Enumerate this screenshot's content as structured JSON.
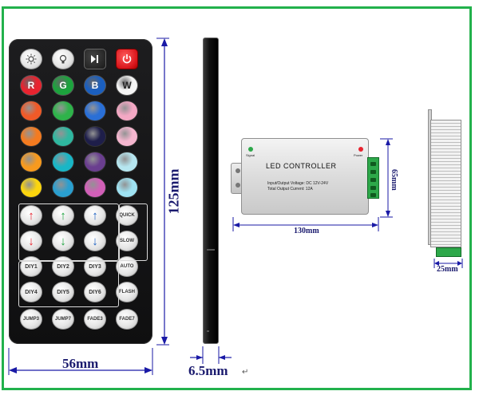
{
  "remote": {
    "row1_icons": [
      "brightness-up-icon",
      "brightness-down-icon",
      "play-pause-icon",
      "power-icon"
    ],
    "letters": [
      "R",
      "G",
      "B",
      "W"
    ],
    "letter_colors": [
      "#e8232f",
      "#1ca33d",
      "#1a5fc0",
      "#f5f5f5"
    ],
    "color_grid": [
      [
        "#f05a28",
        "#2eb34a",
        "#2a6fd6",
        "#f4a8c4"
      ],
      [
        "#f47b20",
        "#2fb7a0",
        "#1e1e4a",
        "#f5b6cf"
      ],
      [
        "#f79a1e",
        "#19b6c6",
        "#6a3e8f",
        "#b6e6f0"
      ],
      [
        "#fbd50e",
        "#2a9fd0",
        "#d25fb8",
        "#9fe3f3"
      ]
    ],
    "side_buttons": [
      "QUICK",
      "SLOW",
      "AUTO",
      "FLASH"
    ],
    "diy_buttons": [
      "DIY1",
      "DIY2",
      "DIY3",
      "DIY4",
      "DIY5",
      "DIY6"
    ],
    "bottom_buttons": [
      "JUMP3",
      "JUMP7",
      "FADE3",
      "FADE7"
    ],
    "arrow_colors": {
      "red": "#e8232f",
      "green": "#1ca33d",
      "blue": "#1a5fc0"
    }
  },
  "controller": {
    "label": "LED CONTROLLER",
    "left_indicator": "Signal",
    "right_indicator": "Power",
    "spec_line1": "Input/Output Voltage: DC 12V-24V",
    "spec_line2": "Total Output Current: 12A",
    "terminal_color": "#2da84a"
  },
  "dimensions": {
    "remote_height": "125mm",
    "remote_width": "56mm",
    "bar_thickness": "6.5mm",
    "controller_width": "130mm",
    "controller_height": "65mm",
    "amp_depth": "25mm",
    "return_mark": "↵"
  },
  "colors": {
    "frame": "#22b14c",
    "dimension_line": "#1a1aa6"
  }
}
